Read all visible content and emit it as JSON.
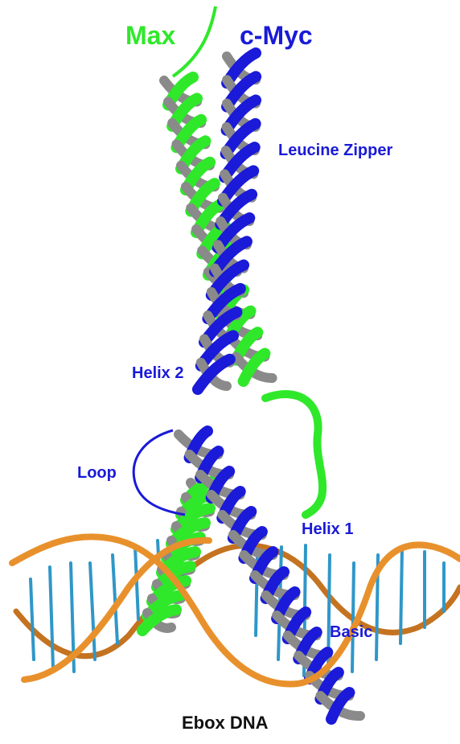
{
  "labels": {
    "max": "Max",
    "cmyc": "c-Myc",
    "leucine_zipper": "Leucine Zipper",
    "helix2": "Helix 2",
    "loop": "Loop",
    "helix1": "Helix 1",
    "basic": "Basic",
    "dna": "Ebox DNA"
  },
  "colors": {
    "max": "#2fe82a",
    "cmyc": "#1a1ad8",
    "helix_underside": "#8a8a8a",
    "dna_backbone": "#e8912c",
    "dna_bases": "#2f97c8",
    "dna_label": "#111111"
  }
}
